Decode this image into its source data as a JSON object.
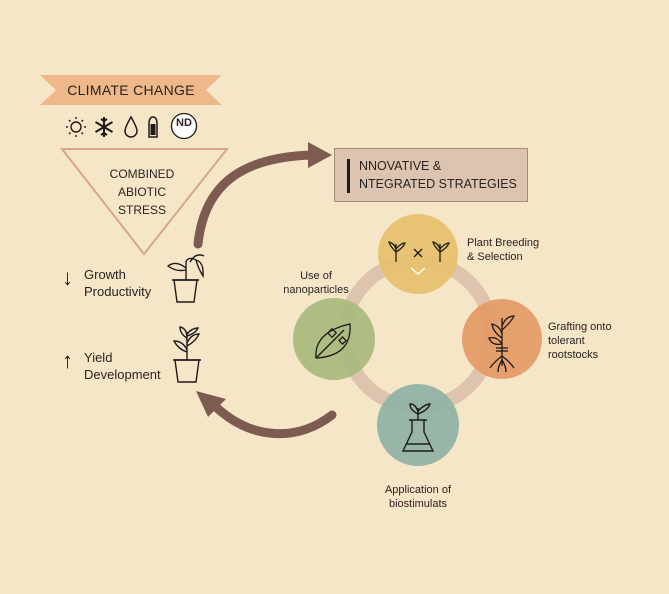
{
  "header": {
    "title": "CLIMATE CHANGE"
  },
  "stress_icons": [
    "sun-icon",
    "snowflake-icon",
    "water-drop-icon",
    "salt-shaker-icon",
    "nd-badge-icon"
  ],
  "nd_badge": "ND",
  "stress": {
    "line1": "COMBINED",
    "line2": "ABIOTIC",
    "line3": "STRESS"
  },
  "strategies": {
    "line1": "NNOVATIVE &",
    "line2": "NTEGRATED STRATEGIES"
  },
  "outcome_negative": {
    "arrow": "↓",
    "line1": "Growth",
    "line2": "Productivity"
  },
  "outcome_positive": {
    "arrow": "↑",
    "line1": "Yield",
    "line2": "Development"
  },
  "strategy_nodes": [
    {
      "line1": "Plant Breeding",
      "line2": "& Selection",
      "color": "#e6c06c",
      "icon": "breeding-cross-icon"
    },
    {
      "line1": "Grafting onto",
      "line2": "tolerant",
      "line3": "rootstocks",
      "color": "#e49a66",
      "icon": "grafted-plant-icon"
    },
    {
      "line1": "Application of",
      "line2": "biostimulats",
      "color": "#8fb2a4",
      "icon": "flask-seedling-icon"
    },
    {
      "line1": "Use of",
      "line2": "nanoparticles",
      "color": "#a8b87c",
      "icon": "leaf-nanoparticle-icon"
    }
  ],
  "colors": {
    "background": "#f5e6c8",
    "banner": "#eeb88a",
    "triangle_stroke": "#d9a489",
    "arrow": "#7d5b50",
    "ring": "#dec4ae"
  }
}
